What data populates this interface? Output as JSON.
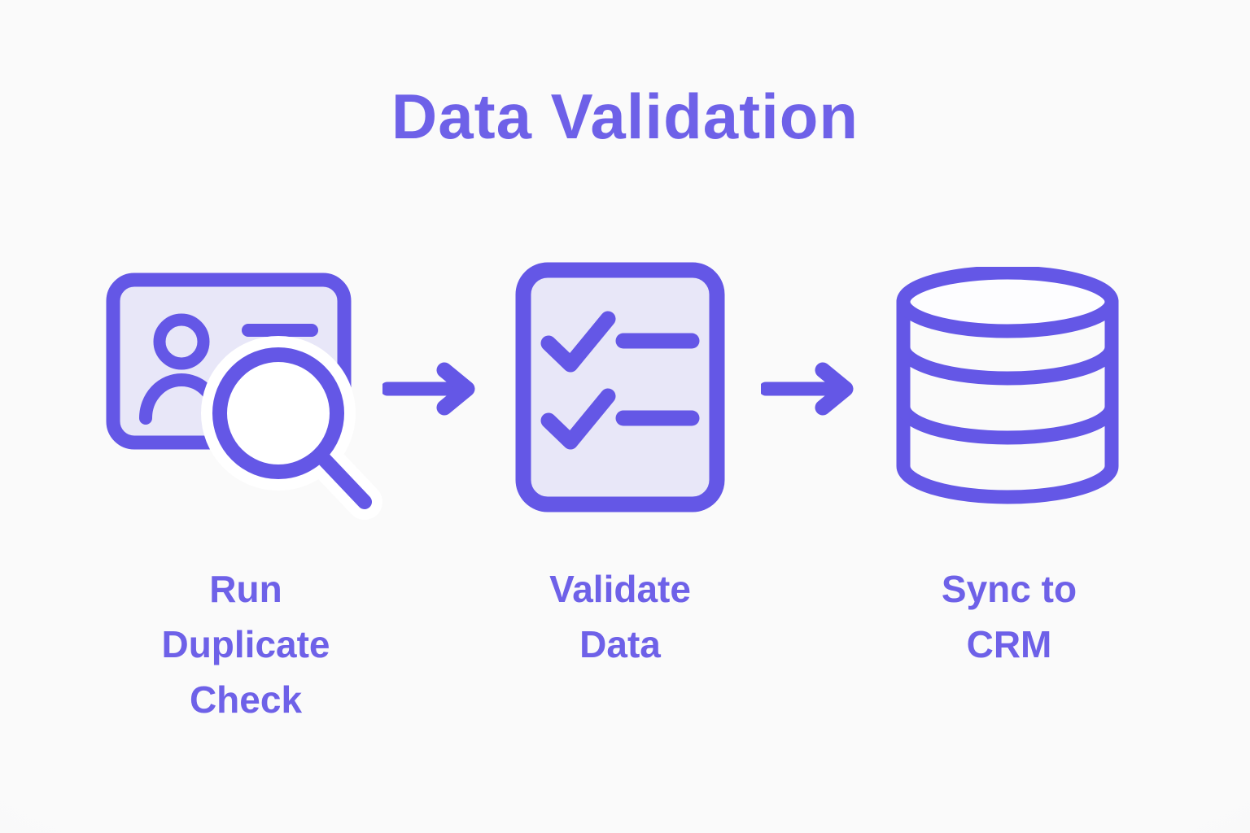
{
  "title": "Data Validation",
  "colors": {
    "accent": "#6457e6",
    "text": "#6e61e8",
    "fill": "#e8e7f8",
    "fill_light": "#fdfdff",
    "bg": "#f8f8f8"
  },
  "steps": [
    {
      "label": "Run\nDuplicate\nCheck",
      "icon": "contact-card-search-icon"
    },
    {
      "label": "Validate\nData",
      "icon": "checklist-icon"
    },
    {
      "label": "Sync to\nCRM",
      "icon": "database-icon"
    }
  ],
  "arrow_icon": "right-arrow-icon"
}
